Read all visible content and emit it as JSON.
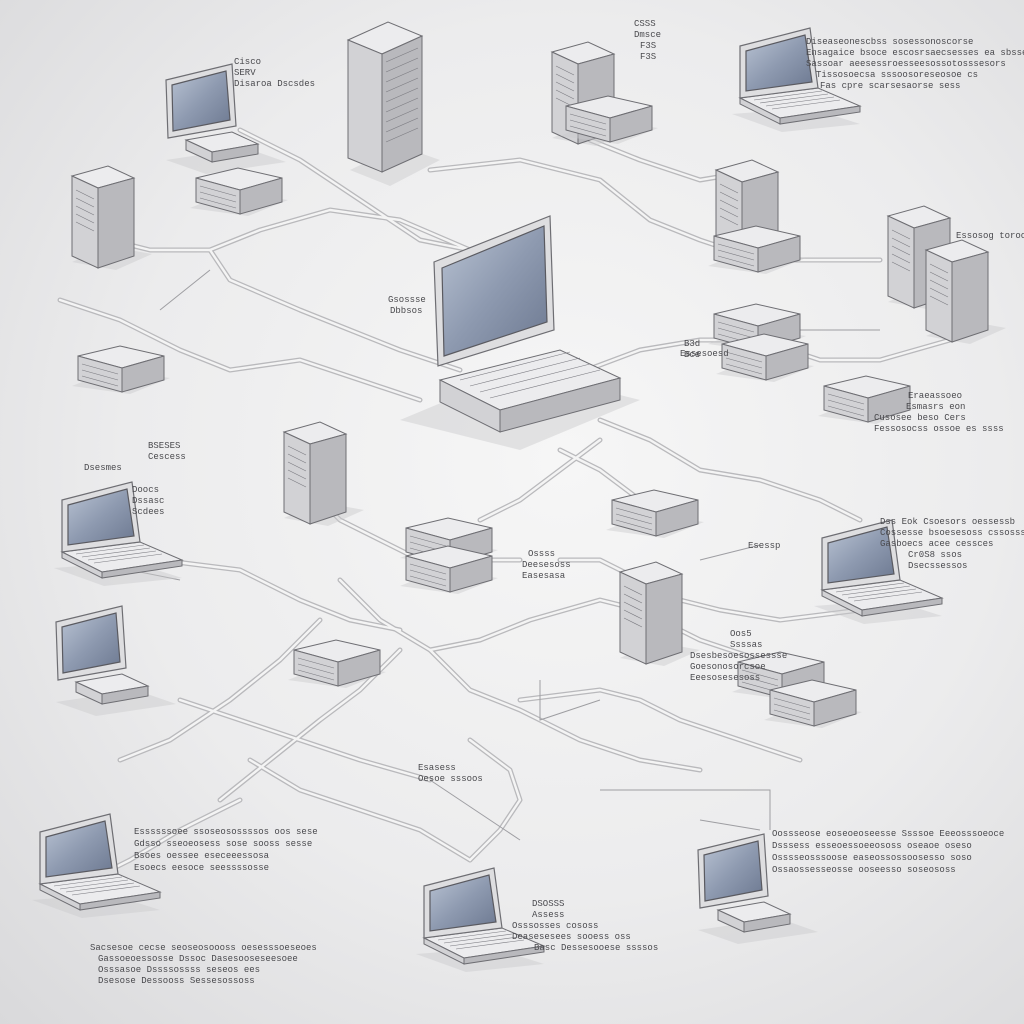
{
  "diagram": {
    "labels": [
      {
        "id": "lbl-top-left-monitor",
        "lines": [
          "Cisco",
          "SERV",
          "Disaroa Dscsdes"
        ]
      },
      {
        "id": "lbl-top-center-server",
        "lines": [
          "CSSS",
          "Dmsce",
          "F3S",
          "F3S"
        ]
      },
      {
        "id": "lbl-top-right-laptop",
        "lines": [
          "Diseaseonescbss sosessonoscorse",
          "Ensagaice bsoce escosrsaecsesses ea sbsse",
          "Sassoar aeesessroesseesossotosssesors",
          "Tissosoecsa sssoosoreseosoe cs",
          "Fas cpre scarsesaorse sess"
        ]
      },
      {
        "id": "lbl-right-tower",
        "lines": [
          "Essosog toroog"
        ]
      },
      {
        "id": "lbl-central-pc",
        "lines": [
          "Gsossse",
          "Dbbsos"
        ]
      },
      {
        "id": "lbl-mid-right-device",
        "lines": [
          "B3d",
          "Bce"
        ]
      },
      {
        "id": "lbl-right-switch",
        "lines": [
          "Eraeassoeo",
          "Esmasrs eon",
          "Cusosee beso Cers",
          "Fessosocss ossoe es ssss"
        ]
      },
      {
        "id": "lbl-left-laptop",
        "lines": [
          "BSESES",
          "Cescess",
          "Dsesmes",
          "Doocs",
          "Dssasc",
          "Scdees"
        ]
      },
      {
        "id": "lbl-small-tag",
        "lines": [
          "Esessp"
        ]
      },
      {
        "id": "lbl-center-router",
        "lines": [
          "Ossss",
          "Deesesoss",
          "Easesasa"
        ]
      },
      {
        "id": "lbl-mid-gateway",
        "lines": [
          "Essesoesd"
        ]
      },
      {
        "id": "lbl-right-laptop",
        "lines": [
          "Dss Eok Csoesors oessessb",
          "Cossesse bsoesesoss cssosss",
          "Gasboecs acee cessces",
          "Cr0S8 ssos",
          "Dsecssessos"
        ]
      },
      {
        "id": "lbl-right-printer",
        "lines": [
          "Oos5",
          "Ssssas",
          "Dsesbesoesossessse",
          "Goesonosorcsoe",
          "Eeesosesesoss"
        ]
      },
      {
        "id": "lbl-center-lower",
        "lines": [
          "Esasess",
          "Oesoe sssoos"
        ]
      },
      {
        "id": "lbl-bottom-left",
        "lines": [
          "Essssssoee ssoseosossssos oos sese",
          "Gdsso sseoeosess sose sooss sesse",
          "Bsoes oessee eseceeessosa",
          "Esoecs eesoce seessssosse"
        ]
      },
      {
        "id": "lbl-bottom-center",
        "lines": [
          "DSOSSS",
          "Assess",
          "Osssosses cososs",
          "Deasesesees sooess oss",
          "Basc Dessesooese ssssos"
        ]
      },
      {
        "id": "lbl-bottom-right",
        "lines": [
          "Oossseose eoseoeoseesse Ssssoe Eeeosssoeoce",
          "Dsssess esseoessoeeososs oseaoe oseso",
          "Osssseosssoose easeossossoosesso soso",
          "Ossaossesseosse ooseesso soseososs"
        ]
      },
      {
        "id": "lbl-bottom-far-left",
        "lines": [
          "Sacsesoe cecse seoseosoooss oesesssoeseoes",
          "Gassoeoessosse Dssoc Dasesooseseesoee",
          "Osssasoe Dssssossss seseos ees",
          "Dsesose Dessooss Sessesossoss"
        ]
      }
    ]
  }
}
